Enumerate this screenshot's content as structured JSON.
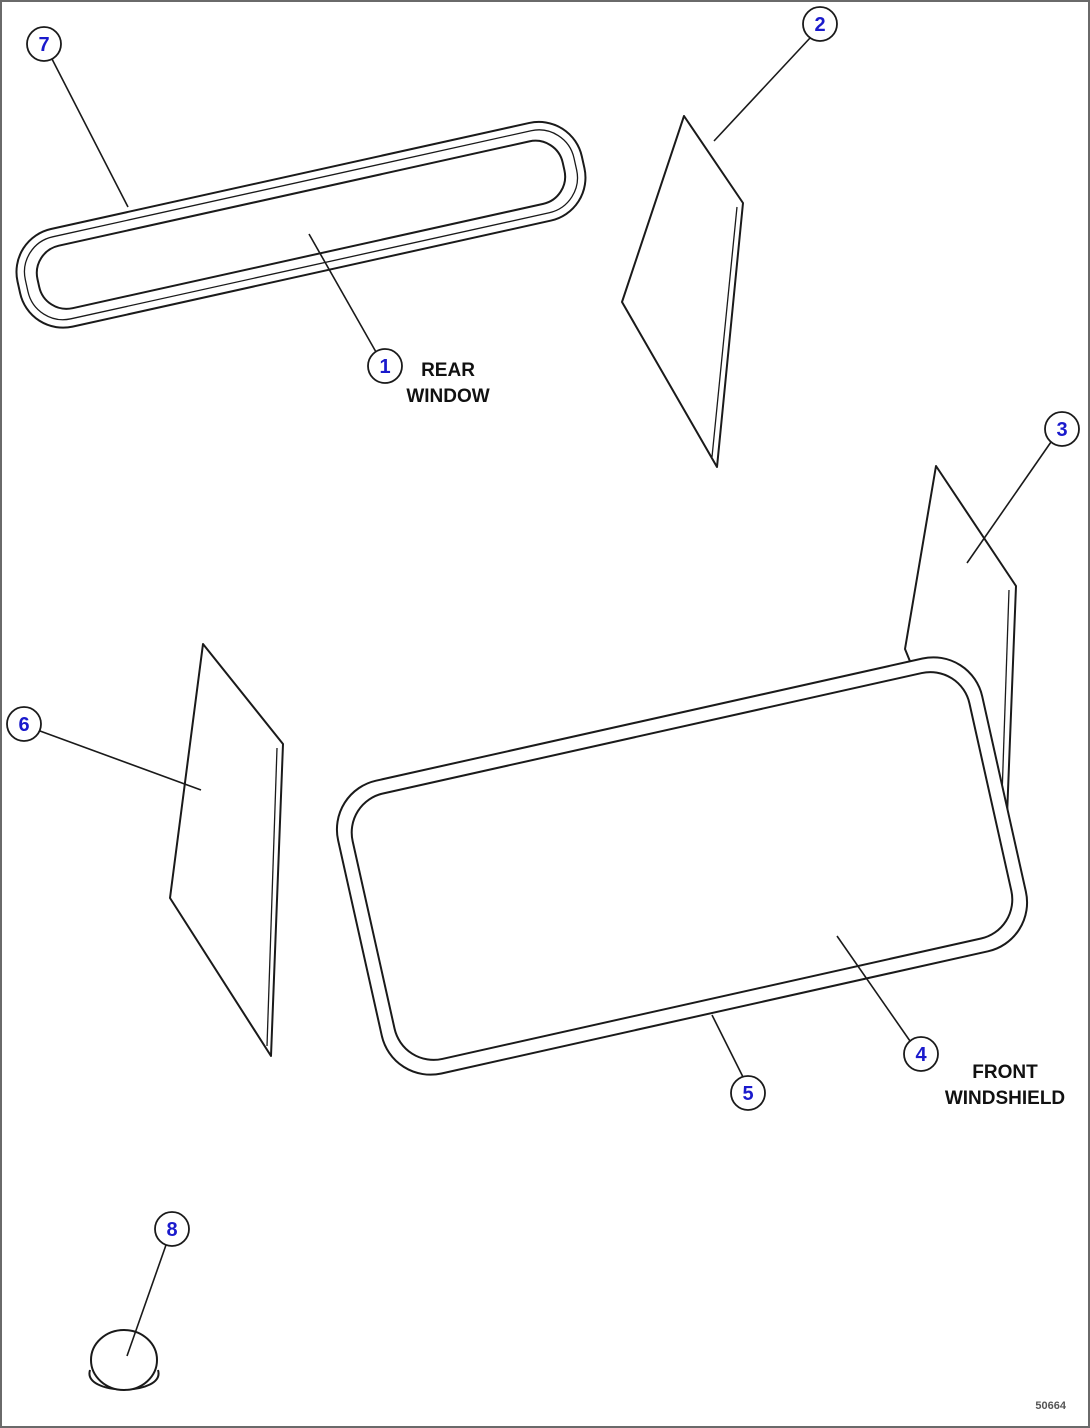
{
  "diagram": {
    "figure_number": "50664",
    "colors": {
      "callout_number": "#1a1acc",
      "line": "#1a1a1a"
    },
    "callout_numbers": [
      "1",
      "2",
      "3",
      "4",
      "5",
      "6",
      "7",
      "8"
    ],
    "labels": {
      "rear_window_line1": "REAR",
      "rear_window_line2": "WINDOW",
      "front_windshield_line1": "FRONT",
      "front_windshield_line2": "WINDSHIELD"
    }
  }
}
